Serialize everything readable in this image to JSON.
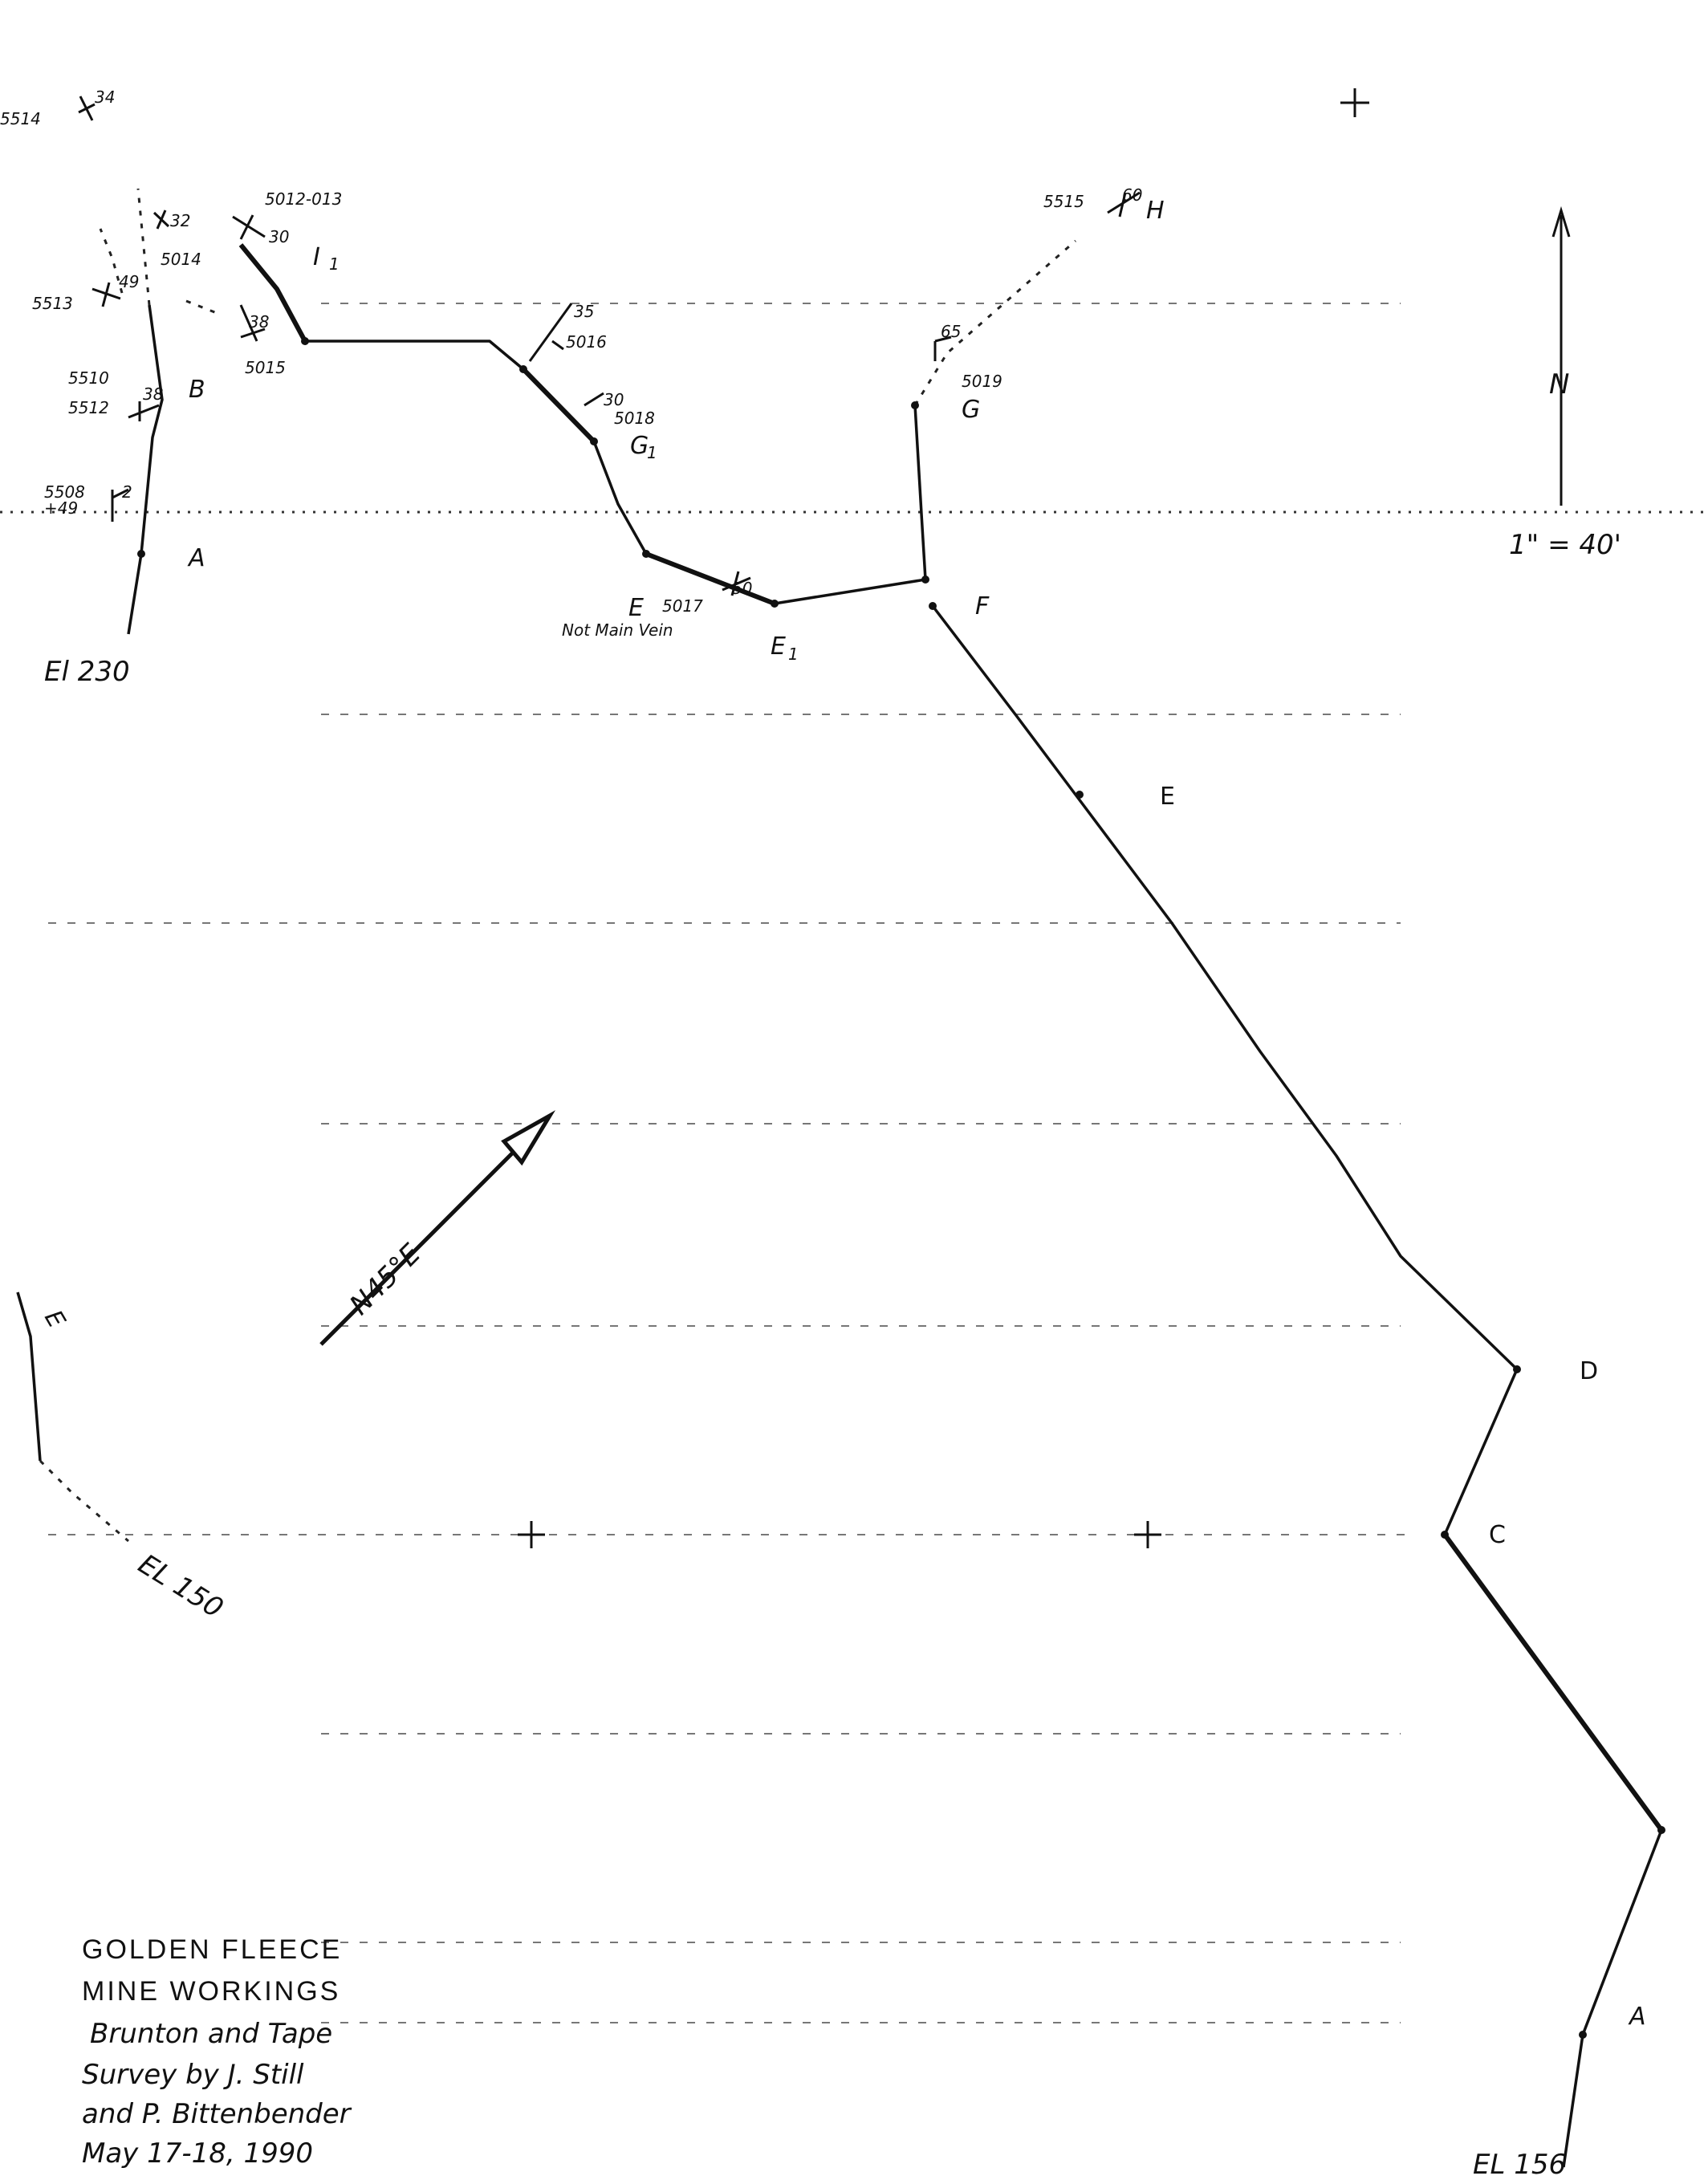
{
  "title_block": {
    "line1": "GOLDEN FLEECE",
    "line2": "MINE WORKINGS",
    "line3": "Brunton and Tape",
    "line4": "Survey by J. Still",
    "line5": "and P. Bittenbender",
    "line6": "May 17-18, 1990"
  },
  "scale": {
    "label": "1\" = 40'"
  },
  "north_arrow": {
    "label": "N"
  },
  "bearing_arrow": {
    "label": "N45°E"
  },
  "upper_plan": {
    "samples": {
      "s5514": "5514",
      "s5514_dip": "34",
      "s5012": "5012-013",
      "s5012_dip": "30",
      "s5014": "5014",
      "s5014_dip": "32",
      "s5513": "5513",
      "s5513_dip": "49",
      "s5015": "5015",
      "s5015_dip": "38",
      "s5016": "5016",
      "s5016_dip": "35",
      "s5018": "5018",
      "s5018_dip": "30",
      "s5510": "5510",
      "s5512": "5512",
      "s5510_dip": "38",
      "s5508": "5508",
      "s5508b": "+49",
      "s5508_dip": "2",
      "s5017": "5017",
      "s5017_dip": "50",
      "s5515": "5515",
      "s5515_dip": "60",
      "s5019": "5019",
      "s5019_dip": "65"
    },
    "stations": {
      "I1": "I",
      "I1_sub": "1",
      "B": "B",
      "A": "A",
      "G1": "G",
      "G1_sub": "1",
      "G": "G",
      "E": "E",
      "E1": "E",
      "E1_sub": "1",
      "F": "F",
      "H": "H"
    },
    "note": "Not Main Vein",
    "elevation": "El 230"
  },
  "lower_plan": {
    "stations": {
      "E": "E",
      "D": "D",
      "C": "C",
      "A": "A"
    },
    "elevation": "EL 156"
  },
  "left_fragment": {
    "station": "E",
    "elevation": "EL 150"
  }
}
